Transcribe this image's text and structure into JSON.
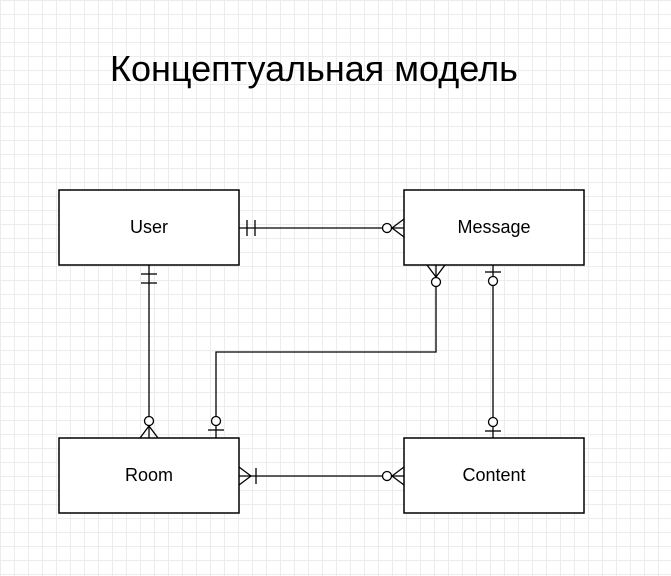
{
  "title": "Концептуальная модель",
  "entities": {
    "user": {
      "label": "User"
    },
    "message": {
      "label": "Message"
    },
    "room": {
      "label": "Room"
    },
    "content": {
      "label": "Content"
    }
  },
  "relationships": [
    {
      "from": "User",
      "to": "Message",
      "from_cardinality": "one-and-only-one",
      "to_cardinality": "zero-or-many"
    },
    {
      "from": "User",
      "to": "Room",
      "from_cardinality": "one-and-only-one",
      "to_cardinality": "zero-or-many"
    },
    {
      "from": "Message",
      "to": "Room",
      "from_cardinality": "zero-or-many",
      "to_cardinality": "zero-or-one"
    },
    {
      "from": "Message",
      "to": "Content",
      "from_cardinality": "zero-or-one",
      "to_cardinality": "zero-or-one"
    },
    {
      "from": "Room",
      "to": "Content",
      "from_cardinality": "one-or-many",
      "to_cardinality": "zero-or-many"
    }
  ],
  "colors": {
    "stroke": "#000000",
    "background": "#ffffff",
    "grid": "#ececec"
  }
}
